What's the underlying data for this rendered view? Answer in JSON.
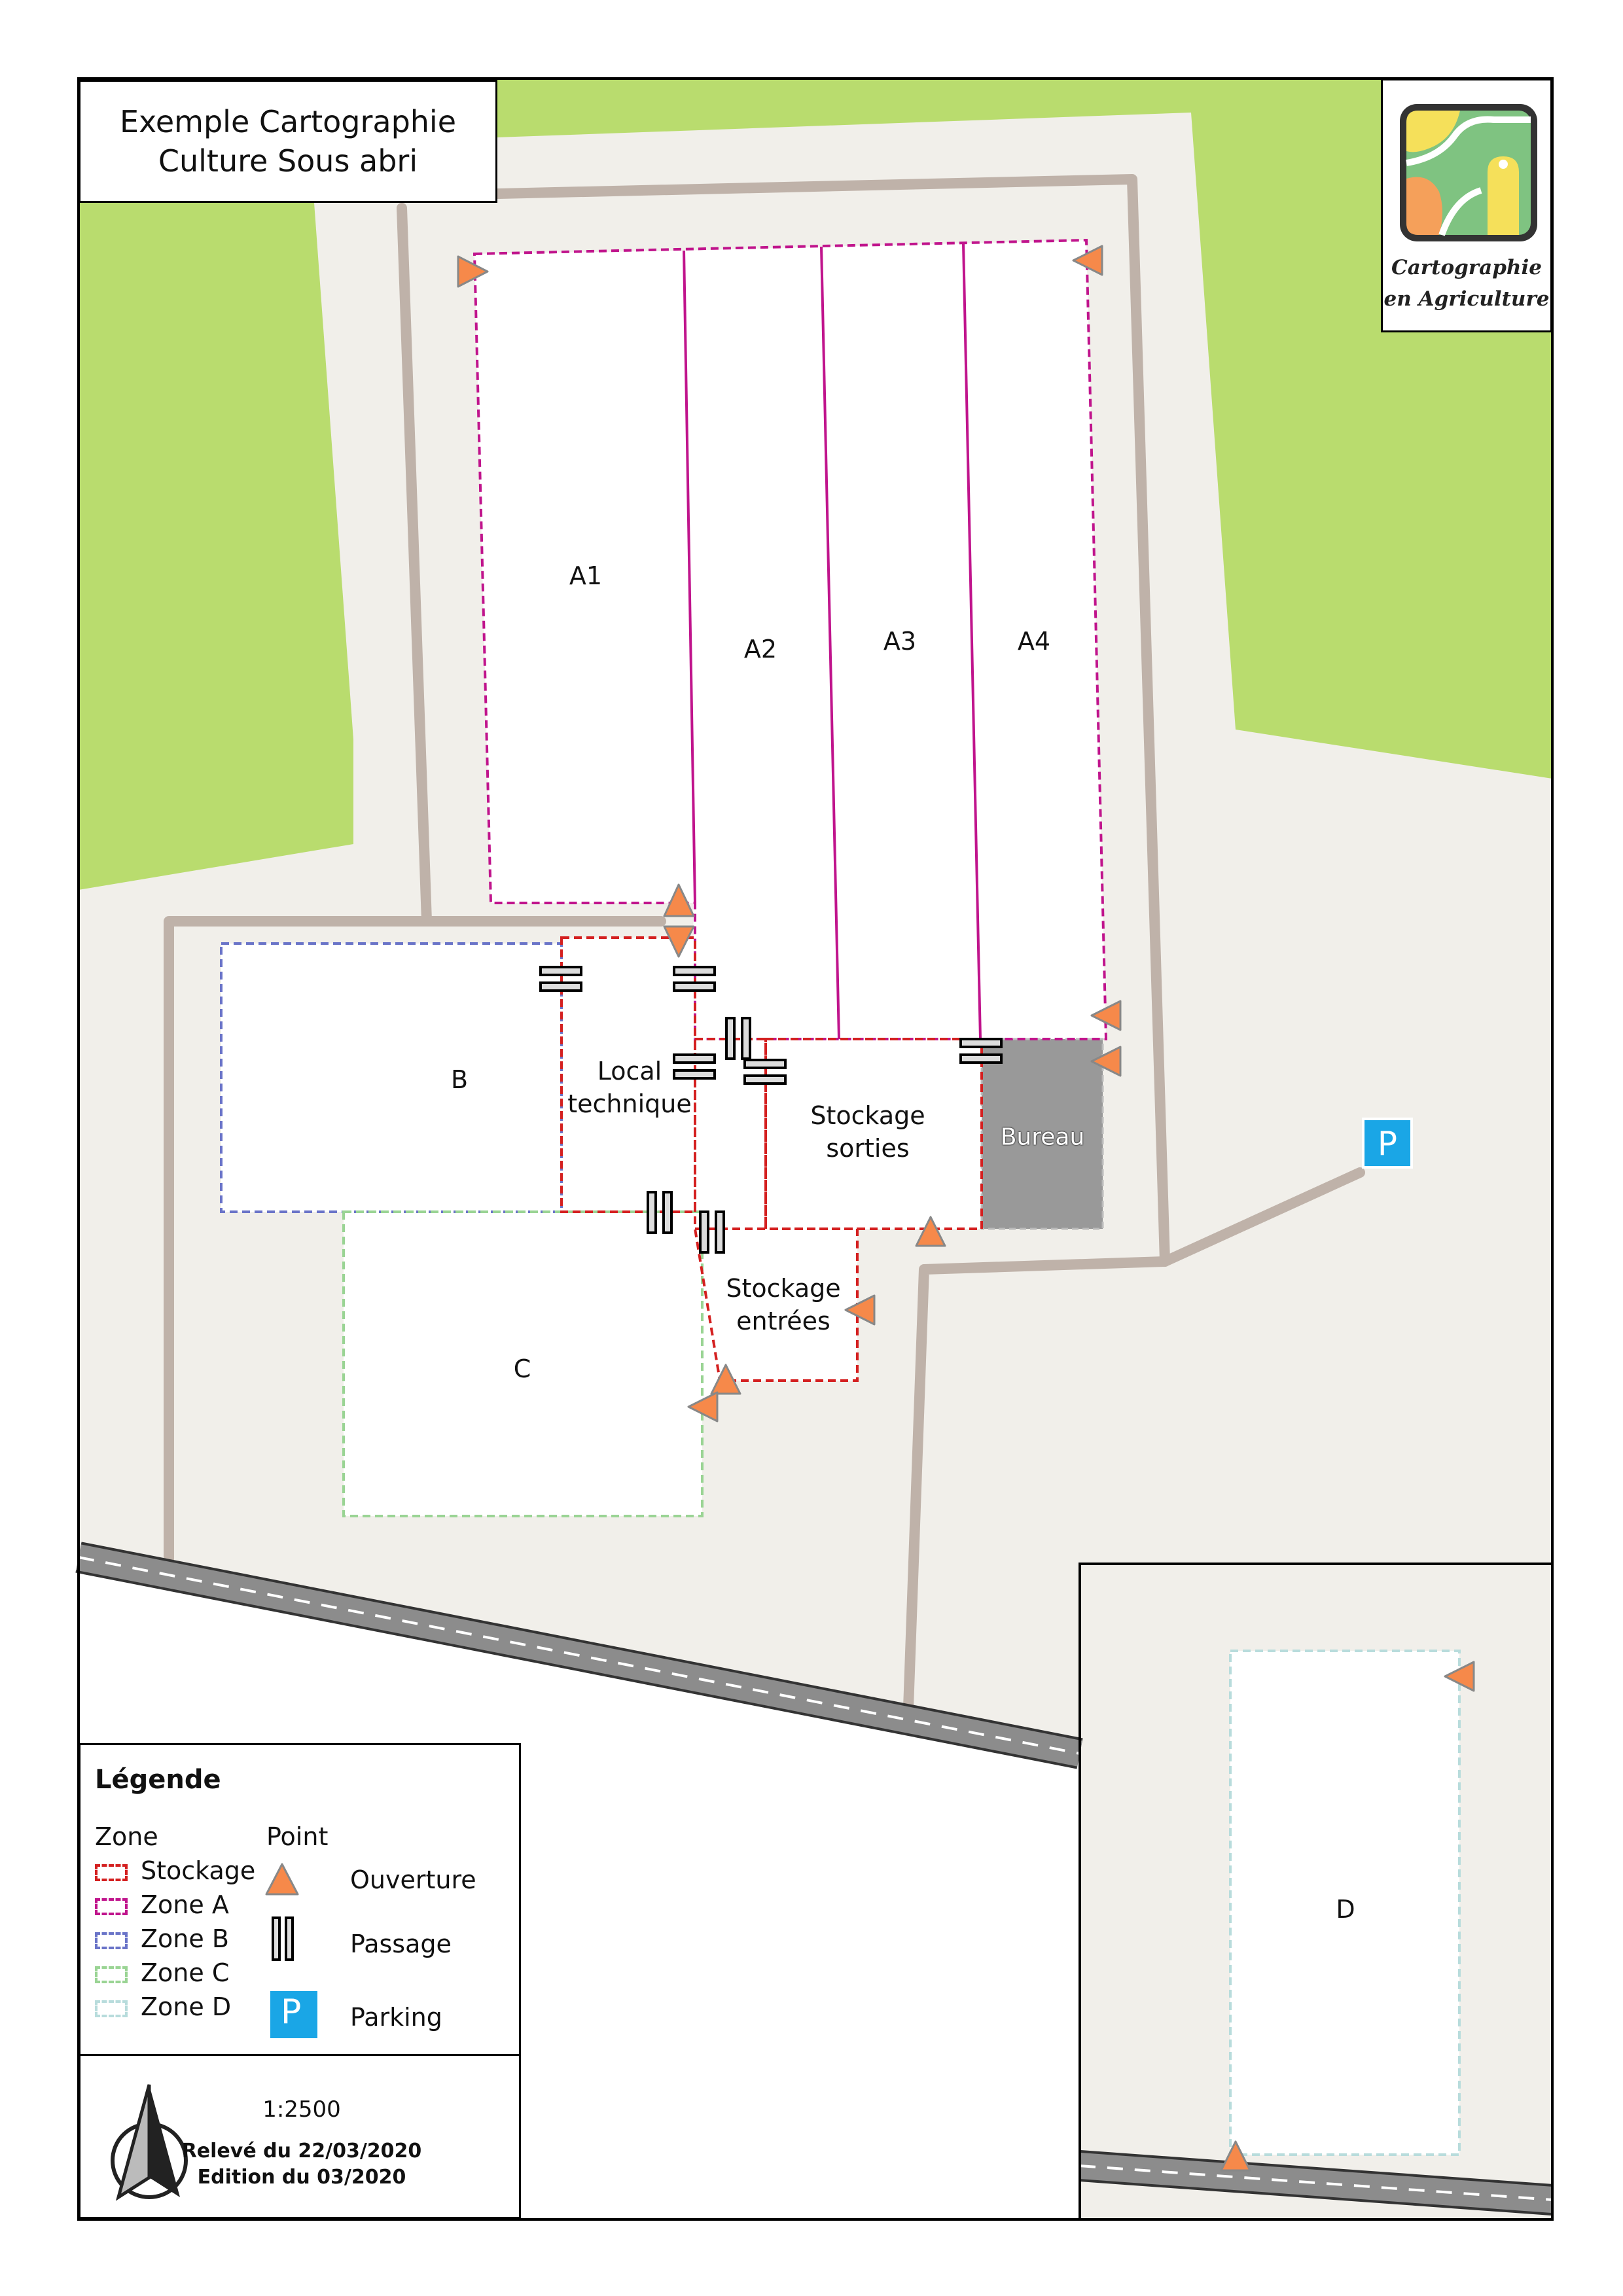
{
  "title": {
    "line1": "Exemple Cartographie",
    "line2": "Culture Sous abri"
  },
  "logo": {
    "line1": "Cartographie",
    "line2": "en Agriculture"
  },
  "zones": {
    "a1": "A1",
    "a2": "A2",
    "a3": "A3",
    "a4": "A4",
    "b": "B",
    "c": "C",
    "d": "D",
    "local_technique_1": "Local",
    "local_technique_2": "technique",
    "stockage_sorties_1": "Stockage",
    "stockage_sorties_2": "sorties",
    "stockage_entrees_1": "Stockage",
    "stockage_entrees_2": "entrées",
    "bureau": "Bureau"
  },
  "legend": {
    "heading": "Légende",
    "zone_heading": "Zone",
    "point_heading": "Point",
    "zone_items": [
      {
        "label": "Stockage",
        "color": "#d42020"
      },
      {
        "label": "Zone A",
        "color": "#c0148c"
      },
      {
        "label": "Zone B",
        "color": "#6a74c8"
      },
      {
        "label": "Zone C",
        "color": "#9ad494"
      },
      {
        "label": "Zone D",
        "color": "#b8dcdc"
      }
    ],
    "point_items": [
      {
        "label": "Ouverture",
        "icon": "triangle-icon"
      },
      {
        "label": "Passage",
        "icon": "passage-icon"
      },
      {
        "label": "Parking",
        "icon": "parking-icon"
      }
    ],
    "parking_letter": "P"
  },
  "scale": "1:2500",
  "releve": "Relevé du 22/03/2020",
  "edition": "Edition du 03/2020",
  "colors": {
    "grass": "#b9dc6e",
    "ground": "#f1efea",
    "path": "#bfb2a9",
    "road": "#8c8c8c",
    "bureau": "#999999",
    "opening": "#f6894a",
    "parking": "#1aa6e6"
  }
}
